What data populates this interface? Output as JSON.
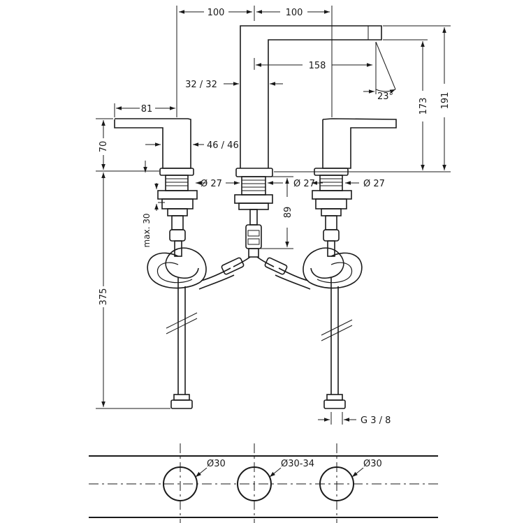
{
  "dimensions": {
    "spacing_left": "100",
    "spacing_right": "100",
    "spout_reach": "158",
    "spout_offset": "32 / 32",
    "handle_length": "81",
    "handle_height": "70",
    "handle_width": "46 / 46",
    "diameter_left": "Ø 27",
    "diameter_center": "Ø 27",
    "diameter_right": "Ø 27",
    "max_thickness": "max. 30",
    "thread_depth": "89",
    "hose_length": "375",
    "spout_height": "173",
    "total_height": "191",
    "spout_angle": "23°",
    "connection": "G 3 / 8"
  },
  "cutouts": {
    "left": "Ø30",
    "center": "Ø30-34",
    "right": "Ø30"
  },
  "colors": {
    "line": "#1a1a1a",
    "background": "#ffffff"
  }
}
